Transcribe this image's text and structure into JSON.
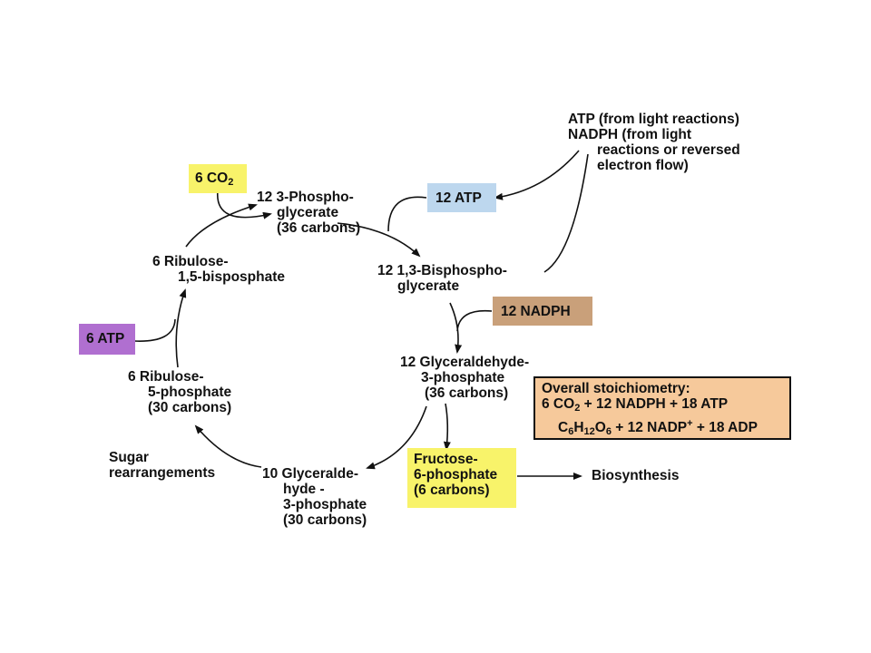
{
  "colors": {
    "co2_box": "#f8f36a",
    "atp_box_blue": "#bdd7ee",
    "nadph_box": "#c9a07a",
    "atp_box_purple": "#b06fd0",
    "fructose_box": "#f8f36a",
    "stoich_box": "#f6c99b"
  },
  "nodes": {
    "co2": {
      "count": "6 CO",
      "sub": "2"
    },
    "phosphoglycerate": {
      "line1": "12 3-Phospho-",
      "line2": "glycerate",
      "line3": "(36 carbons)"
    },
    "atp12": "12 ATP",
    "light": {
      "line1": "ATP (from light reactions)",
      "line2": "NADPH (from  light",
      "line3": "reactions or reversed",
      "line4": "electron flow)"
    },
    "bisphospho": {
      "line1": "12 1,3-Bisphospho-",
      "line2": "glycerate"
    },
    "nadph12": "12 NADPH",
    "ribulose_bis": {
      "line1": "6  Ribulose-",
      "line2": "1,5-bisposphate"
    },
    "atp6": "6 ATP",
    "g3p12": {
      "line1": "12 Glyceraldehyde-",
      "line2": "3-phosphate",
      "line3": "(36 carbons)"
    },
    "ribulose5p": {
      "line1": "6  Ribulose-",
      "line2": "5-phosphate",
      "line3": "(30 carbons)"
    },
    "sugar": {
      "line1": "Sugar",
      "line2": "rearrangements"
    },
    "g3p10": {
      "line1": "10 Glyceralde-",
      "line2": "hyde -",
      "line3": "3-phosphate",
      "line4": "(30 carbons)"
    },
    "fructose": {
      "line1": "Fructose-",
      "line2": "6-phosphate",
      "line3": "(6 carbons)"
    },
    "biosynthesis": "Biosynthesis"
  },
  "stoichiometry": {
    "title": "Overall stoichiometry:",
    "eq1_a": "6 CO",
    "eq1_a_sub": "2",
    "eq1_b": " + 12 NADPH + 18 ATP",
    "eq2_c": "C",
    "eq2_c_sub": "6",
    "eq2_h": "H",
    "eq2_h_sub": "12",
    "eq2_o": "O",
    "eq2_o_sub": "6",
    "eq2_rest": " + 12 NADP",
    "eq2_sup": "+",
    "eq2_end": " + 18 ADP"
  }
}
